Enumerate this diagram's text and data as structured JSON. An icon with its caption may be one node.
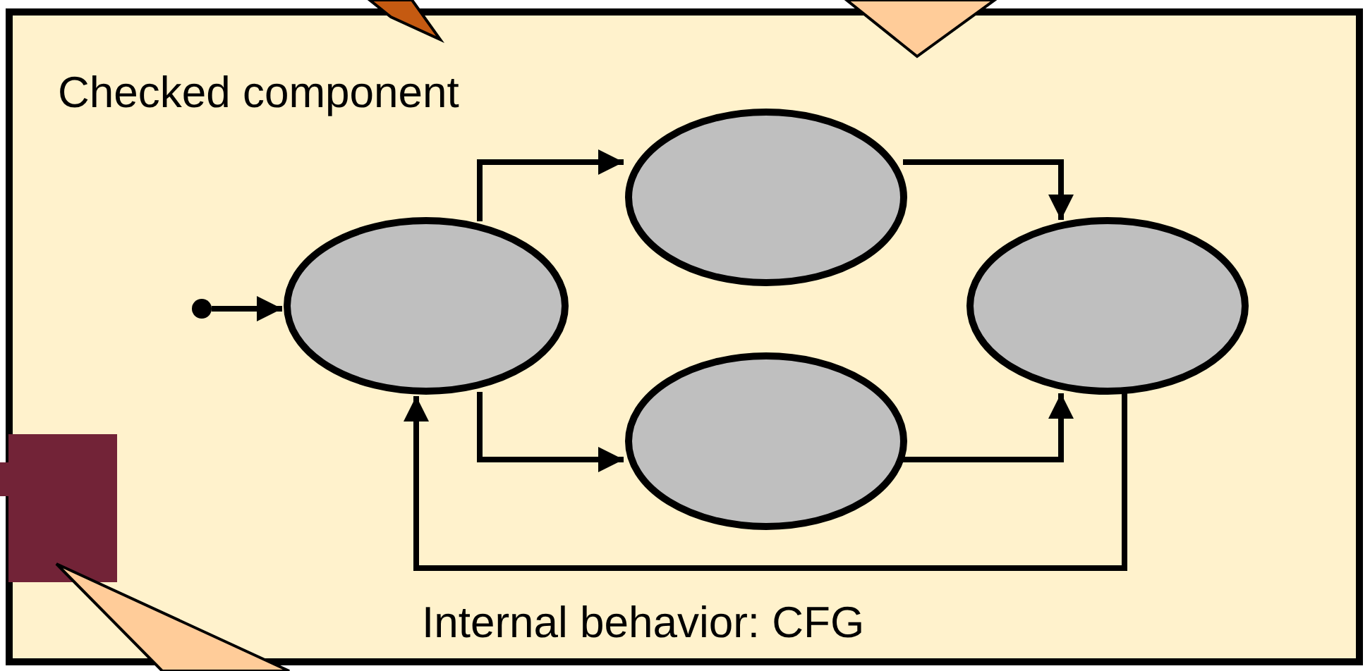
{
  "diagram": {
    "nodes": [
      {
        "text": [
          "Checked component",
          "Internal behavior: CFG"
        ]
      },
      {
        "text": [],
        "shape": "ellipse",
        "in": 0
      },
      {
        "text": [],
        "shape": "ellipse",
        "in": 0
      },
      {
        "text": [],
        "shape": "ellipse",
        "in": 0
      },
      {
        "text": [],
        "shape": "ellipse",
        "in": 0
      },
      {
        "text": [],
        "shape": "circle",
        "in": 0
      }
    ],
    "edges": [
      {
        "from": 5,
        "to": 1,
        "arrow": "to"
      },
      {
        "from": 1,
        "to": 2,
        "arrow": "to"
      },
      {
        "from": 1,
        "to": 3,
        "arrow": "to"
      },
      {
        "from": 2,
        "to": 4,
        "arrow": "to"
      },
      {
        "from": 3,
        "to": 4,
        "arrow": "to"
      },
      {
        "from": 4,
        "to": 1,
        "arrow": "to"
      }
    ]
  }
}
